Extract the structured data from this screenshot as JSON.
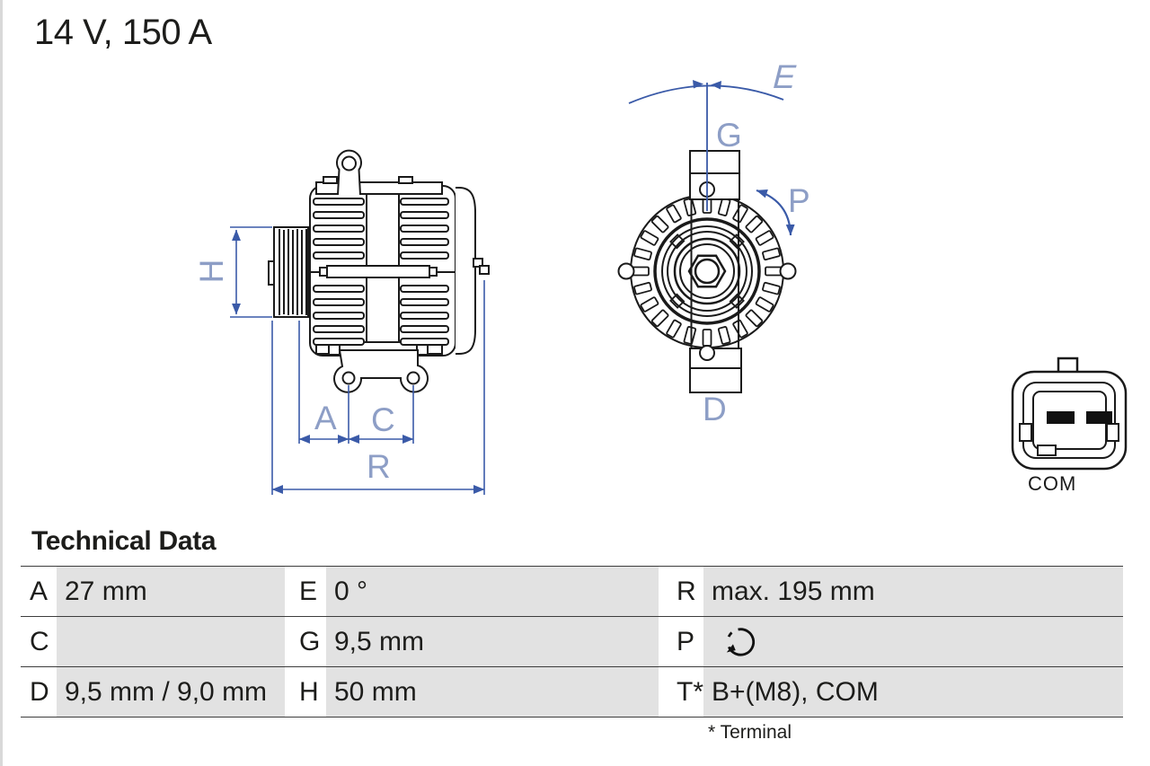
{
  "title": "14 V, 150 A",
  "drawing": {
    "labels": {
      "H": "H",
      "A": "A",
      "C": "C",
      "R": "R",
      "E": "E",
      "G": "G",
      "P": "P",
      "D": "D"
    },
    "connector_label": "COM",
    "colors": {
      "dimension_blue": "#3a5aa8",
      "cad_label_blue": "#8d9ec6",
      "line_black": "#1a1a1a"
    }
  },
  "technical_data": {
    "heading": "Technical Data",
    "rows": [
      [
        {
          "label": "A",
          "value": "27 mm"
        },
        {
          "label": "E",
          "value": "0 °"
        },
        {
          "label": "R",
          "value": "max. 195 mm"
        }
      ],
      [
        {
          "label": "C",
          "value": ""
        },
        {
          "label": "G",
          "value": "9,5 mm"
        },
        {
          "label": "P",
          "value": "",
          "icon": "rotation-direction-icon"
        }
      ],
      [
        {
          "label": "D",
          "value": "9,5 mm / 9,0 mm"
        },
        {
          "label": "H",
          "value": "50 mm"
        },
        {
          "label": "T*",
          "value": "B+(M8), COM"
        }
      ]
    ],
    "footnote": "* Terminal",
    "cell_gray": "#e2e2e2"
  }
}
